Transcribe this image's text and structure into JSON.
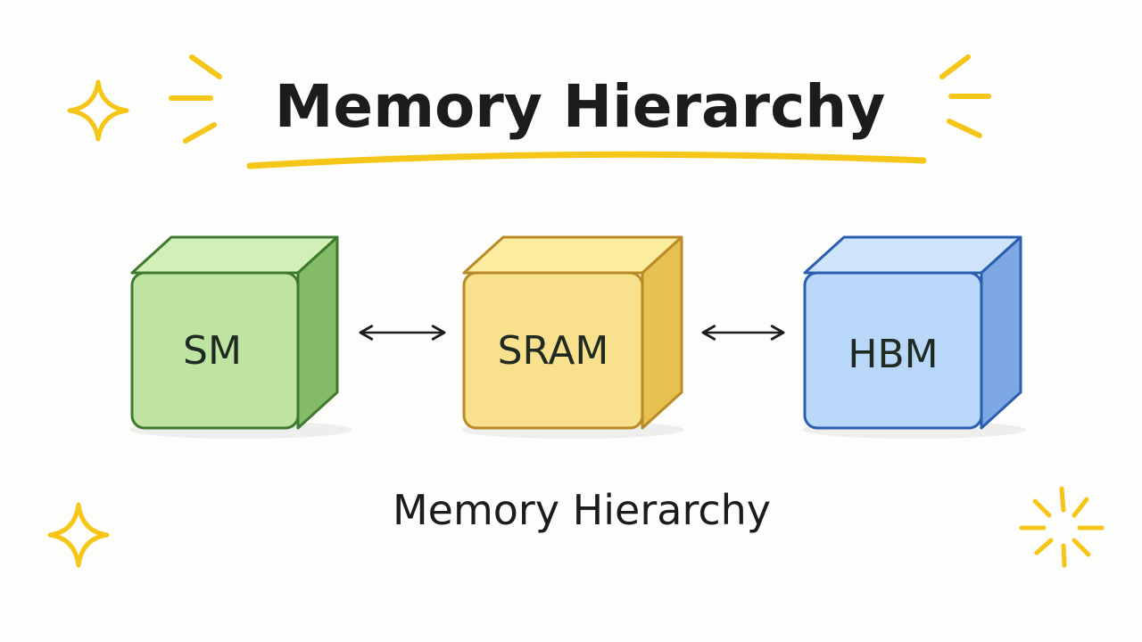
{
  "title": "Memory Hierarchy",
  "caption": "Memory Hierarchy",
  "blocks": [
    {
      "id": "sm",
      "label": "SM",
      "front_color": "#bfe3a0",
      "top_color": "#d3efb8",
      "side_color": "#84bb66",
      "stroke_color": "#3f7a2e"
    },
    {
      "id": "sram",
      "label": "SRAM",
      "front_color": "#f9e08c",
      "top_color": "#fcec9e",
      "side_color": "#e7c052",
      "stroke_color": "#b98a25"
    },
    {
      "id": "hbm",
      "label": "HBM",
      "front_color": "#b9d7f8",
      "top_color": "#cfe4fb",
      "side_color": "#7ea8e4",
      "stroke_color": "#2a5fb0"
    }
  ],
  "connectors": [
    {
      "from": "sm",
      "to": "sram",
      "type": "bidirectional-arrow"
    },
    {
      "from": "sram",
      "to": "hbm",
      "type": "bidirectional-arrow"
    }
  ],
  "accent_color": "#f5c518"
}
